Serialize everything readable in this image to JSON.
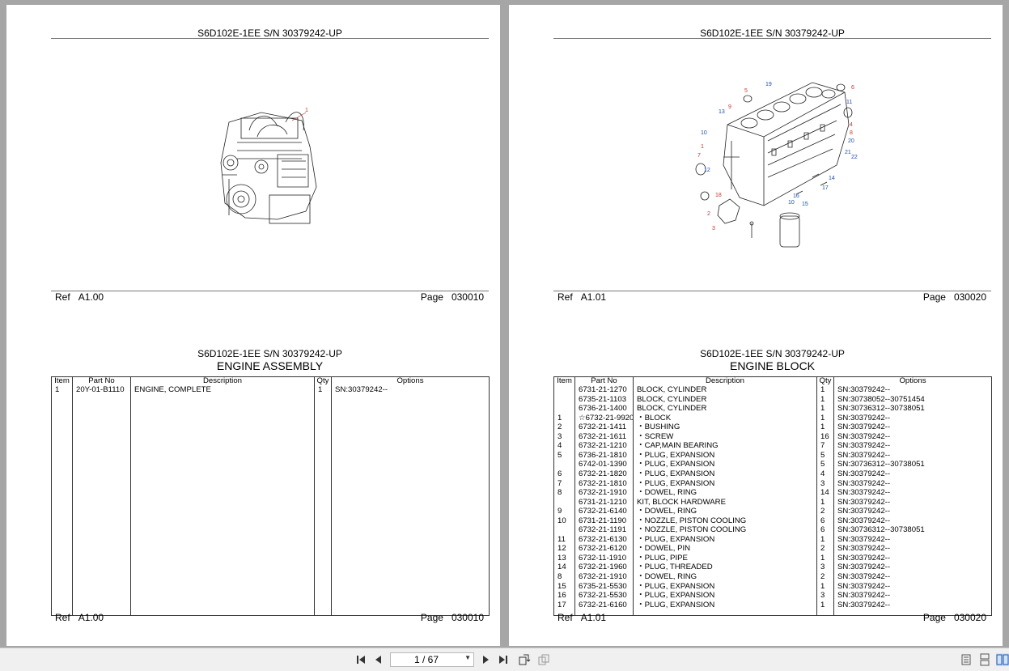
{
  "header_title": "S6D102E-1EE S/N 30379242-UP",
  "footer_labels": {
    "ref": "Ref",
    "page": "Page"
  },
  "left": {
    "top": {
      "ref": "A1.00",
      "page": "030010",
      "callouts": [
        "1"
      ]
    },
    "bottom": {
      "title": "ENGINE ASSEMBLY",
      "ref": "A1.00",
      "page": "030010",
      "rows": [
        {
          "item": "1",
          "part": "20Y-01-B1110",
          "desc": "ENGINE, COMPLETE",
          "qty": "1",
          "opt": "SN:30379242--"
        }
      ]
    }
  },
  "right": {
    "top": {
      "ref": "A1.01",
      "page": "030020",
      "callouts": [
        "19",
        "5",
        "6",
        "11",
        "13",
        "9",
        "4",
        "10",
        "1",
        "8",
        "20",
        "21",
        "22",
        "7",
        "12",
        "14",
        "17",
        "18",
        "2",
        "16",
        "10",
        "15",
        "3"
      ]
    },
    "bottom": {
      "title": "ENGINE BLOCK",
      "ref": "A1.01",
      "page": "030020",
      "rows": [
        {
          "item": "",
          "part": "6731-21-1270",
          "desc": "BLOCK, CYLINDER",
          "qty": "1",
          "opt": "SN:30379242--"
        },
        {
          "item": "",
          "part": "6735-21-1103",
          "desc": "BLOCK, CYLINDER",
          "qty": "1",
          "opt": "SN:30738052--30751454"
        },
        {
          "item": "",
          "part": "6736-21-1400",
          "desc": "BLOCK, CYLINDER",
          "qty": "1",
          "opt": "SN:30736312--30738051"
        },
        {
          "item": "1",
          "part": "☆6732-21-9920",
          "desc": "・BLOCK",
          "qty": "1",
          "opt": "SN:30379242--"
        },
        {
          "item": "2",
          "part": "6732-21-1411",
          "desc": "・BUSHING",
          "qty": "1",
          "opt": "SN:30379242--"
        },
        {
          "item": "3",
          "part": "6732-21-1611",
          "desc": "・SCREW",
          "qty": "16",
          "opt": "SN:30379242--"
        },
        {
          "item": "4",
          "part": "6732-21-1210",
          "desc": "・CAP,MAIN BEARING",
          "qty": "7",
          "opt": "SN:30379242--"
        },
        {
          "item": "5",
          "part": "6736-21-1810",
          "desc": "・PLUG, EXPANSION",
          "qty": "5",
          "opt": "SN:30379242--"
        },
        {
          "item": "",
          "part": "6742-01-1390",
          "desc": "・PLUG, EXPANSION",
          "qty": "5",
          "opt": "SN:30736312--30738051"
        },
        {
          "item": "6",
          "part": "6732-21-1820",
          "desc": "・PLUG, EXPANSION",
          "qty": "4",
          "opt": "SN:30379242--"
        },
        {
          "item": "7",
          "part": "6732-21-1810",
          "desc": "・PLUG, EXPANSION",
          "qty": "3",
          "opt": "SN:30379242--"
        },
        {
          "item": "8",
          "part": "6732-21-1910",
          "desc": "・DOWEL, RING",
          "qty": "14",
          "opt": "SN:30379242--"
        },
        {
          "item": "",
          "part": "6731-21-1210",
          "desc": "KIT, BLOCK HARDWARE",
          "qty": "1",
          "opt": "SN:30379242--"
        },
        {
          "item": "9",
          "part": "6732-21-6140",
          "desc": "・DOWEL, RING",
          "qty": "2",
          "opt": "SN:30379242--"
        },
        {
          "item": "10",
          "part": "6731-21-1190",
          "desc": "・NOZZLE, PISTON COOLING",
          "qty": "6",
          "opt": "SN:30379242--"
        },
        {
          "item": "",
          "part": "6732-21-1191",
          "desc": "・NOZZLE, PISTON COOLING",
          "qty": "6",
          "opt": "SN:30736312--30738051"
        },
        {
          "item": "11",
          "part": "6732-21-6130",
          "desc": "・PLUG, EXPANSION",
          "qty": "1",
          "opt": "SN:30379242--"
        },
        {
          "item": "12",
          "part": "6732-21-6120",
          "desc": "・DOWEL, PIN",
          "qty": "2",
          "opt": "SN:30379242--"
        },
        {
          "item": "13",
          "part": "6732-11-1910",
          "desc": "・PLUG, PIPE",
          "qty": "1",
          "opt": "SN:30379242--"
        },
        {
          "item": "14",
          "part": "6732-21-1960",
          "desc": "・PLUG, THREADED",
          "qty": "3",
          "opt": "SN:30379242--"
        },
        {
          "item": "8",
          "part": "6732-21-1910",
          "desc": "・DOWEL, RING",
          "qty": "2",
          "opt": "SN:30379242--"
        },
        {
          "item": "15",
          "part": "6735-21-5530",
          "desc": "・PLUG, EXPANSION",
          "qty": "1",
          "opt": "SN:30379242--"
        },
        {
          "item": "16",
          "part": "6732-21-5530",
          "desc": "・PLUG, EXPANSION",
          "qty": "3",
          "opt": "SN:30379242--"
        },
        {
          "item": "17",
          "part": "6732-21-6160",
          "desc": "・PLUG, EXPANSION",
          "qty": "1",
          "opt": "SN:30379242--"
        }
      ]
    }
  },
  "table_headers": {
    "item": "Item",
    "part": "Part No",
    "desc": "Description",
    "qty": "Qty",
    "opt": "Options"
  },
  "toolbar": {
    "page_value": "1 / 67",
    "icons": [
      "first-page-icon",
      "prev-page-icon",
      "next-page-icon",
      "last-page-icon",
      "rotate-icon",
      "copy-icon",
      "single-page-icon",
      "continuous-icon",
      "two-page-icon"
    ]
  },
  "colors": {
    "background": "#a6a6a6",
    "callout_red": "#c0392b",
    "callout_blue": "#1f4fa8"
  }
}
